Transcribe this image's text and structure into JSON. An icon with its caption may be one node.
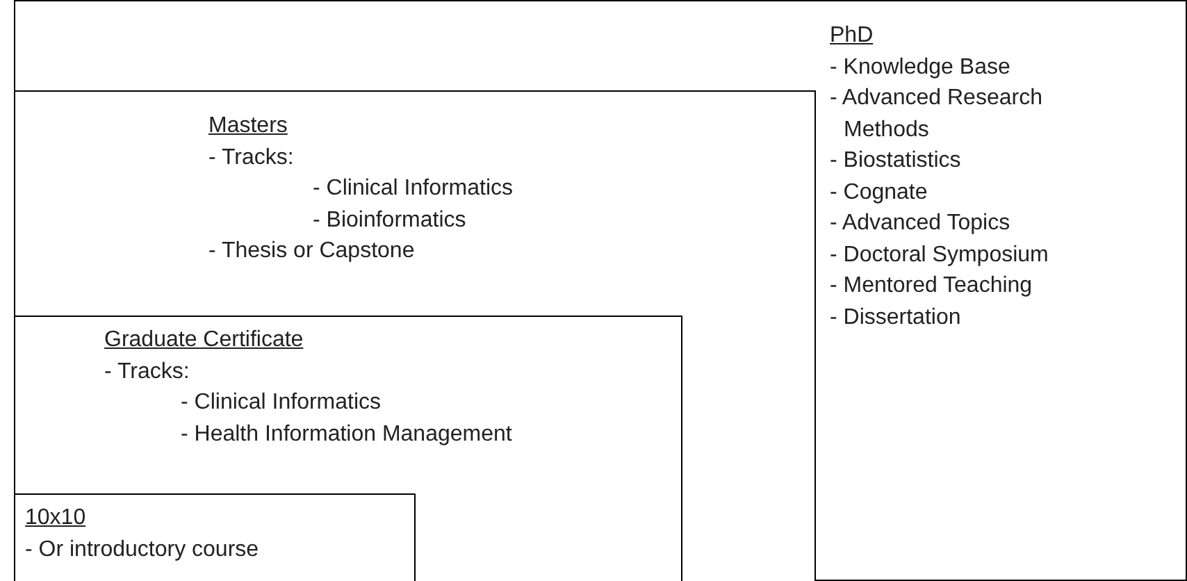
{
  "diagram": {
    "nodes": [
      {
        "text": [
          "PhD",
          "- Knowledge Base",
          "- Advanced Research Methods",
          "- Biostatistics",
          "- Cognate",
          "- Advanced Topics",
          "- Doctoral Symposium",
          "- Mentored Teaching",
          "- Dissertation"
        ]
      },
      {
        "text": [
          "Masters",
          "- Tracks:",
          "- Clinical Informatics",
          "- Bioinformatics",
          "- Thesis or Capstone"
        ],
        "in": 0
      },
      {
        "text": [
          "Graduate Certificate",
          "- Tracks:",
          "- Clinical Informatics",
          "- Health Information Management"
        ],
        "in": 1
      },
      {
        "text": [
          "10x10",
          "- Or introductory course"
        ],
        "in": 2
      }
    ]
  }
}
